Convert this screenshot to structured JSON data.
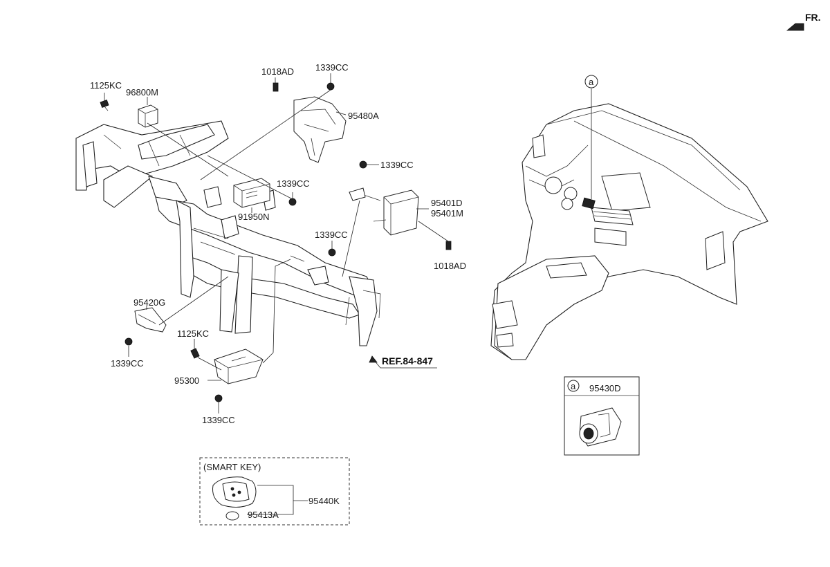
{
  "orientation": {
    "label": "FR."
  },
  "reference": {
    "label": "REF.84-847"
  },
  "callouts": [
    {
      "id": "c_1125KC_top",
      "code": "1125KC"
    },
    {
      "id": "c_96800M",
      "code": "96800M"
    },
    {
      "id": "c_1018AD_top",
      "code": "1018AD"
    },
    {
      "id": "c_1339CC_top",
      "code": "1339CC"
    },
    {
      "id": "c_95480A",
      "code": "95480A"
    },
    {
      "id": "c_1339CC_mid",
      "code": "1339CC"
    },
    {
      "id": "c_91950N",
      "code": "91950N"
    },
    {
      "id": "c_1339CC_right",
      "code": "1339CC"
    },
    {
      "id": "c_95401D",
      "code": "95401D"
    },
    {
      "id": "c_95401M",
      "code": "95401M"
    },
    {
      "id": "c_1339CC_right2",
      "code": "1339CC"
    },
    {
      "id": "c_1018AD_right",
      "code": "1018AD"
    },
    {
      "id": "c_95420G",
      "code": "95420G"
    },
    {
      "id": "c_1339CC_left",
      "code": "1339CC"
    },
    {
      "id": "c_1125KC_bot",
      "code": "1125KC"
    },
    {
      "id": "c_95300",
      "code": "95300"
    },
    {
      "id": "c_1339CC_bot",
      "code": "1339CC"
    }
  ],
  "smart_key_box": {
    "title": "(SMART KEY)",
    "parts": [
      {
        "code": "95440K"
      },
      {
        "code": "95413A"
      }
    ]
  },
  "detail_box": {
    "marker": "a",
    "code": "95430D"
  },
  "dashboard_marker": "a"
}
